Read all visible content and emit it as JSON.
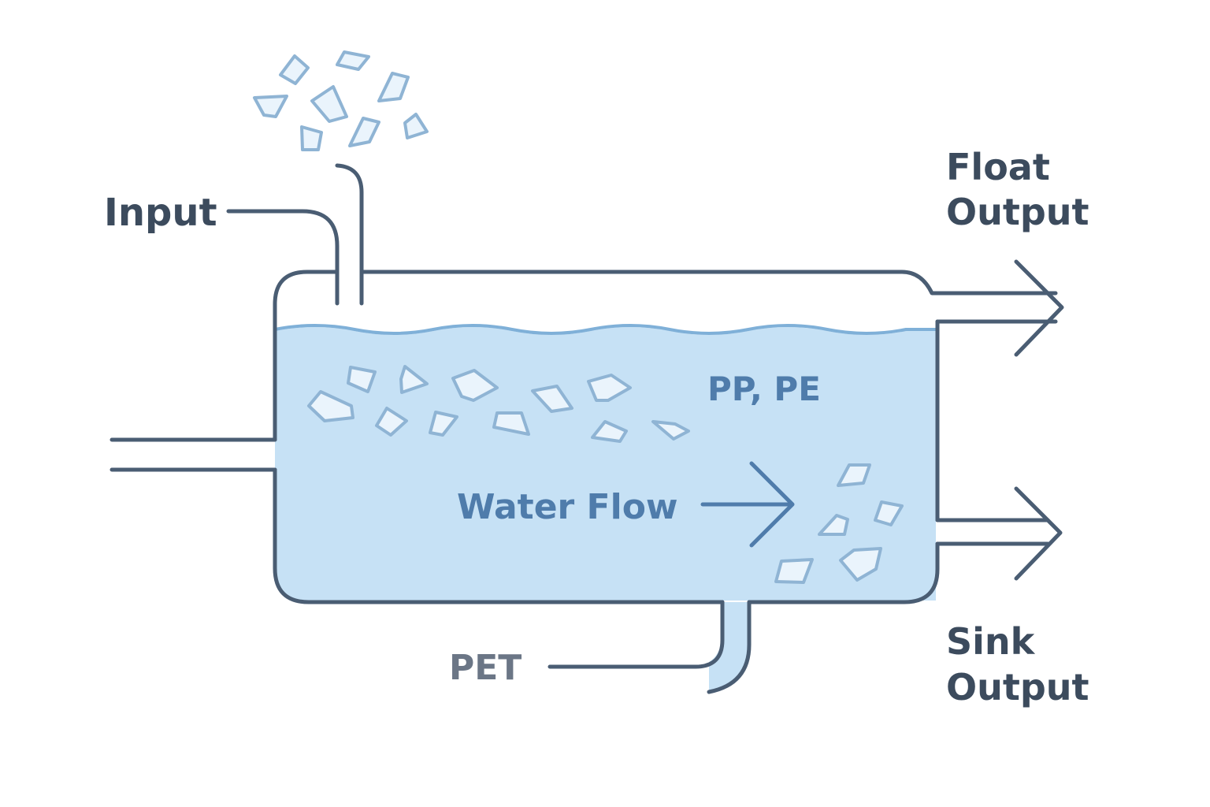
{
  "labels": {
    "input": "Input",
    "float_output_line1": "Float",
    "float_output_line2": "Output",
    "sink_output_line1": "Sink",
    "sink_output_line2": "Output",
    "floating_plastics": "PP, PE",
    "water_flow": "Water Flow",
    "sinking_plastics": "PET"
  },
  "colors": {
    "outline": "#4a5d73",
    "label_dark": "#3c4b5d",
    "label_blue": "#4f7cab",
    "label_muted": "#6b7686",
    "water_fill": "#c6e1f5",
    "water_surface": "#7fb0d8",
    "flake_fill": "#eaf4fc",
    "flake_stroke": "#8fb4d4"
  }
}
